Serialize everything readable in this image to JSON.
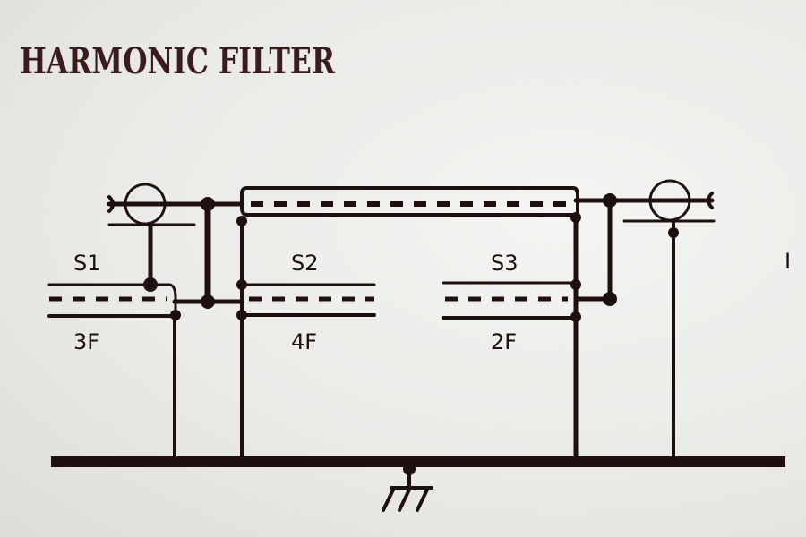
{
  "title": "HARMONIC FILTER",
  "sections": [
    {
      "name": "S1",
      "frequency": "3F"
    },
    {
      "name": "S2",
      "frequency": "4F"
    },
    {
      "name": "S3",
      "frequency": "2F"
    }
  ],
  "side_mark": "I",
  "colors": {
    "ink": "#1e1010",
    "title": "#3a1c1c",
    "background": "#eeeeeb"
  }
}
